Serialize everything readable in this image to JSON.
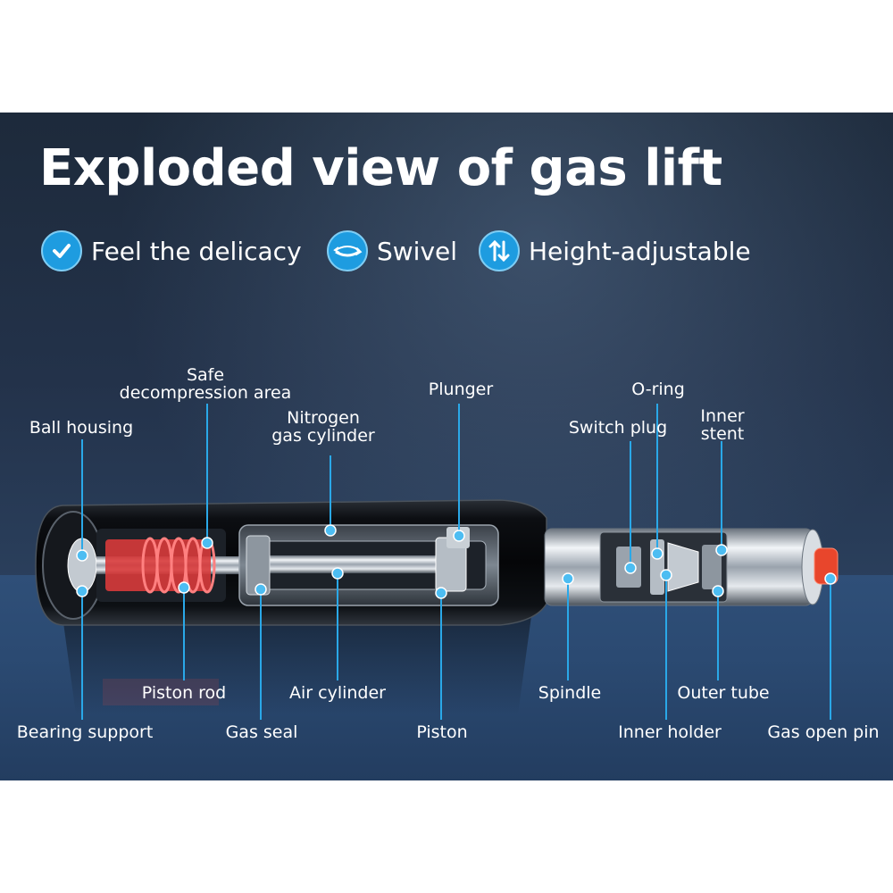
{
  "title": "Exploded view of gas lift",
  "features": [
    {
      "icon": "check-icon",
      "label": "Feel the delicacy"
    },
    {
      "icon": "swivel-arrows-icon",
      "label": "Swivel"
    },
    {
      "icon": "up-down-arrows-icon",
      "label": "Height-adjustable"
    }
  ],
  "colors": {
    "accent": "#1e9ce0",
    "callout": "#2aa8e8",
    "spring": "#d83a3a",
    "pin": "#e8462c"
  },
  "labels": {
    "safe_line1": "Safe",
    "safe_line2": "decompression area",
    "ball_housing": "Ball housing",
    "nitrogen_line1": "Nitrogen",
    "nitrogen_line2": "gas cylinder",
    "plunger": "Plunger",
    "o_ring": "O-ring",
    "switch_plug": "Switch plug",
    "inner_line1": "Inner",
    "inner_line2": "stent",
    "piston_rod": "Piston rod",
    "air_cylinder": "Air cylinder",
    "spindle": "Spindle",
    "outer_tube": "Outer tube",
    "bearing_support": "Bearing support",
    "gas_seal": "Gas seal",
    "piston": "Piston",
    "inner_holder": "Inner holder",
    "gas_open_pin": "Gas open pin"
  }
}
